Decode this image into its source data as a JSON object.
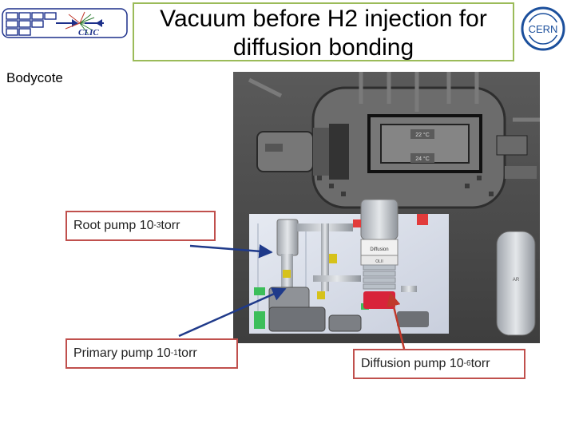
{
  "title": {
    "line1": "Vacuum before H2 injection for",
    "line2": "diffusion bonding"
  },
  "company": "Bodycote",
  "logos": {
    "left": "CLIC",
    "right": "CERN"
  },
  "photo": {
    "temp_top": "22 °C",
    "temp_bottom": "24 °C",
    "diffusion_label": "Diffusion",
    "oil_label": "OLII",
    "tank_label": "AR"
  },
  "callouts": {
    "root": {
      "text": "Root pump 10",
      "exp": "-3",
      "unit": " torr"
    },
    "primary": {
      "text": "Primary pump 10",
      "exp": "-1",
      "unit": " torr"
    },
    "diffusion": {
      "text": "Diffusion pump 10",
      "exp": "-6",
      "unit": " torr"
    }
  },
  "colors": {
    "title_border": "#9bbb59",
    "callout_border": "#c0504d",
    "arrow_blue": "#1f3a8a",
    "arrow_red": "#c0392b"
  }
}
